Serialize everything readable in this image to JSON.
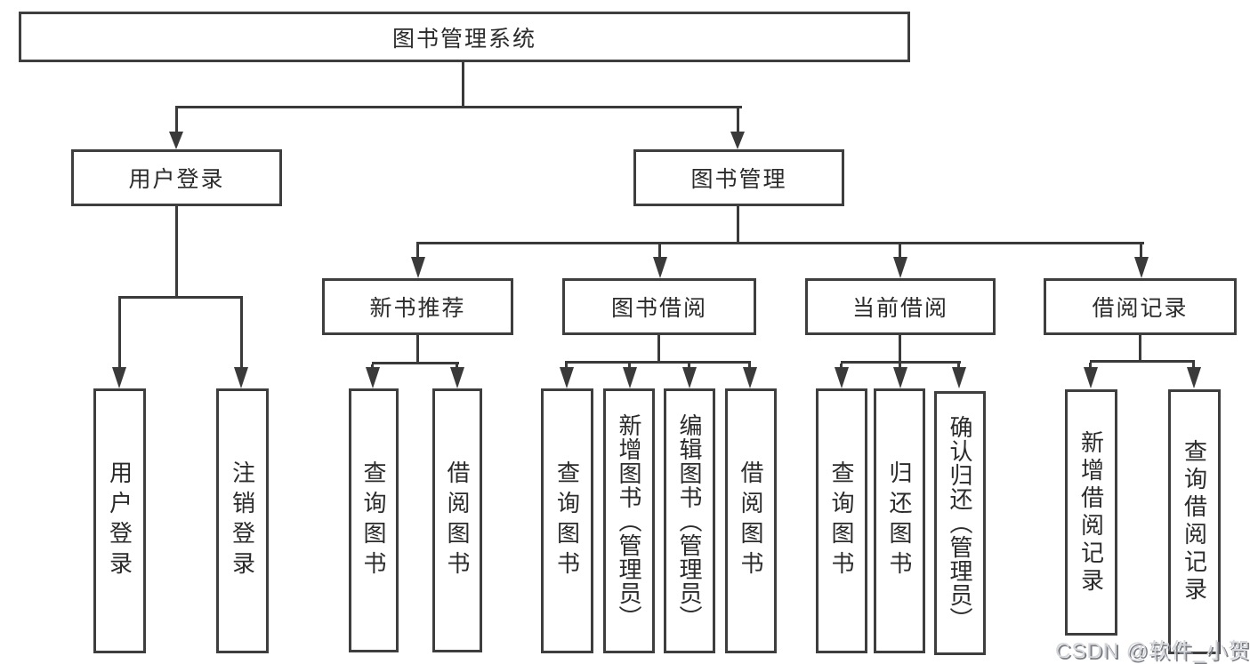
{
  "diagram_title": "图书管理系统",
  "tree": {
    "root": "图书管理系统",
    "branches": [
      {
        "label": "用户登录",
        "children": [
          "用户登录",
          "注销登录"
        ]
      },
      {
        "label": "图书管理",
        "children": [
          {
            "label": "新书推荐",
            "children": [
              "查询图书",
              "借阅图书"
            ]
          },
          {
            "label": "图书借阅",
            "children": [
              "查询图书",
              "新增图书（管理员）",
              "编辑图书（管理员）",
              "借阅图书"
            ]
          },
          {
            "label": "当前借阅",
            "children": [
              "查询图书",
              "归还图书",
              "确认归还（管理员）"
            ]
          },
          {
            "label": "借阅记录",
            "children": [
              "新增借阅记录",
              "查询借阅记录"
            ]
          }
        ]
      }
    ]
  },
  "watermark": {
    "text": "CSDN @软件_小贺同学"
  },
  "colors": {
    "line": "#3a3a3a",
    "box_border": "#3e3e3e",
    "text": "#2b2b2b",
    "background": "#ffffff",
    "watermark": "#d4d6da",
    "watermark_shadow": "#7c7f86"
  }
}
